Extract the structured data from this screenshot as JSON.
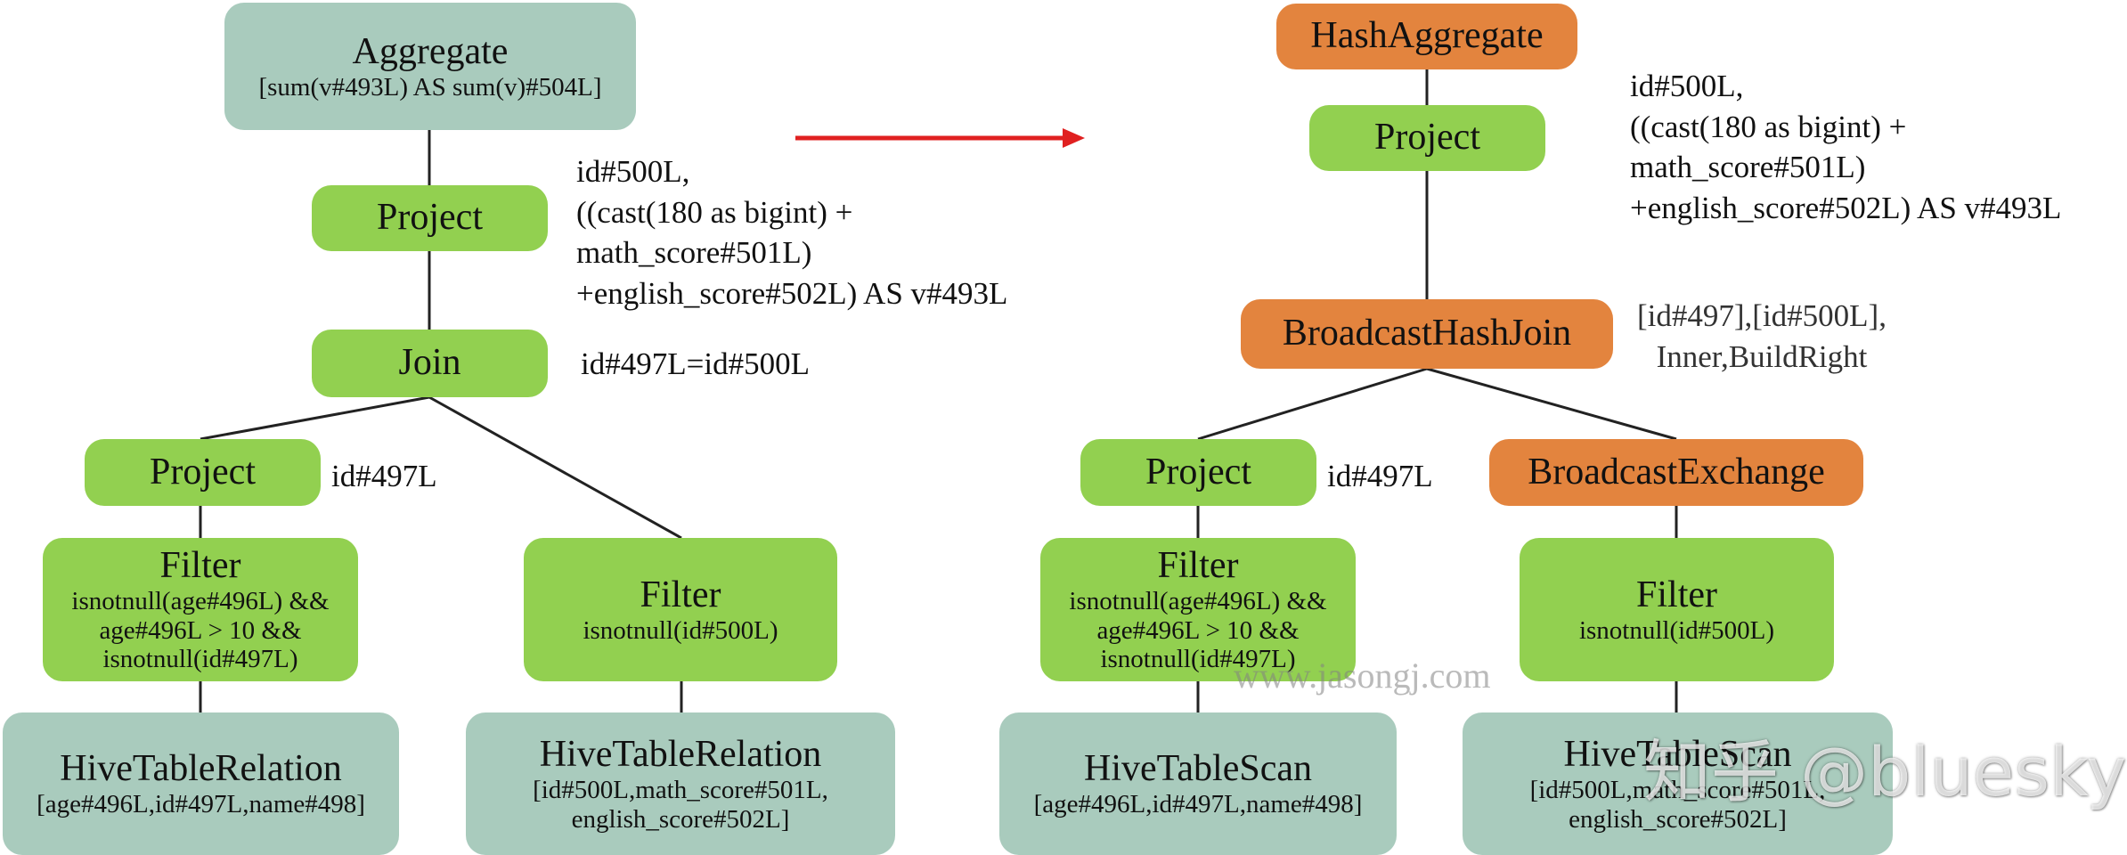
{
  "left": {
    "aggregate": {
      "title": "Aggregate",
      "detail": "[sum(v#493L) AS sum(v)#504L]"
    },
    "project": {
      "title": "Project"
    },
    "project_note": [
      "id#500L,",
      "((cast(180 as bigint) +",
      "math_score#501L)",
      "+english_score#502L) AS v#493L"
    ],
    "join": {
      "title": "Join"
    },
    "join_note": "id#497L=id#500L",
    "project_left": {
      "title": "Project"
    },
    "project_left_note": "id#497L",
    "filter_left": {
      "title": "Filter",
      "detail": [
        "isnotnull(age#496L) &&",
        "age#496L > 10 &&",
        "isnotnull(id#497L)"
      ]
    },
    "filter_right": {
      "title": "Filter",
      "detail": "isnotnull(id#500L)"
    },
    "relation_left": {
      "title": "HiveTableRelation",
      "detail": "[age#496L,id#497L,name#498]"
    },
    "relation_right": {
      "title": "HiveTableRelation",
      "detail": [
        "[id#500L,math_score#501L,",
        "english_score#502L]"
      ]
    }
  },
  "right": {
    "hash_aggregate": {
      "title": "HashAggregate"
    },
    "project": {
      "title": "Project"
    },
    "project_note": [
      "id#500L,",
      "((cast(180 as bigint) +",
      "math_score#501L)",
      "+english_score#502L) AS v#493L"
    ],
    "broadcast_hash_join": {
      "title": "BroadcastHashJoin"
    },
    "join_note": [
      "[id#497],[id#500L],",
      "Inner,BuildRight"
    ],
    "project_left": {
      "title": "Project"
    },
    "project_left_note": "id#497L",
    "broadcast_exchange": {
      "title": "BroadcastExchange"
    },
    "filter_left": {
      "title": "Filter",
      "detail": [
        "isnotnull(age#496L) &&",
        "age#496L > 10 &&",
        "isnotnull(id#497L)"
      ]
    },
    "filter_right": {
      "title": "Filter",
      "detail": "isnotnull(id#500L)"
    },
    "scan_left": {
      "title": "HiveTableScan",
      "detail": "[age#496L,id#497L,name#498]"
    },
    "scan_right": {
      "title": "HiveTableScan",
      "detail": [
        "[id#500L,math_score#501L,",
        "english_score#502L]"
      ]
    }
  },
  "watermarks": {
    "site": "www.jasongj.com",
    "author": "知乎 @bluesky"
  },
  "colors": {
    "green": "#92d050",
    "teal": "#a9cbbd",
    "orange": "#e3843e",
    "arrow": "#e02020"
  }
}
